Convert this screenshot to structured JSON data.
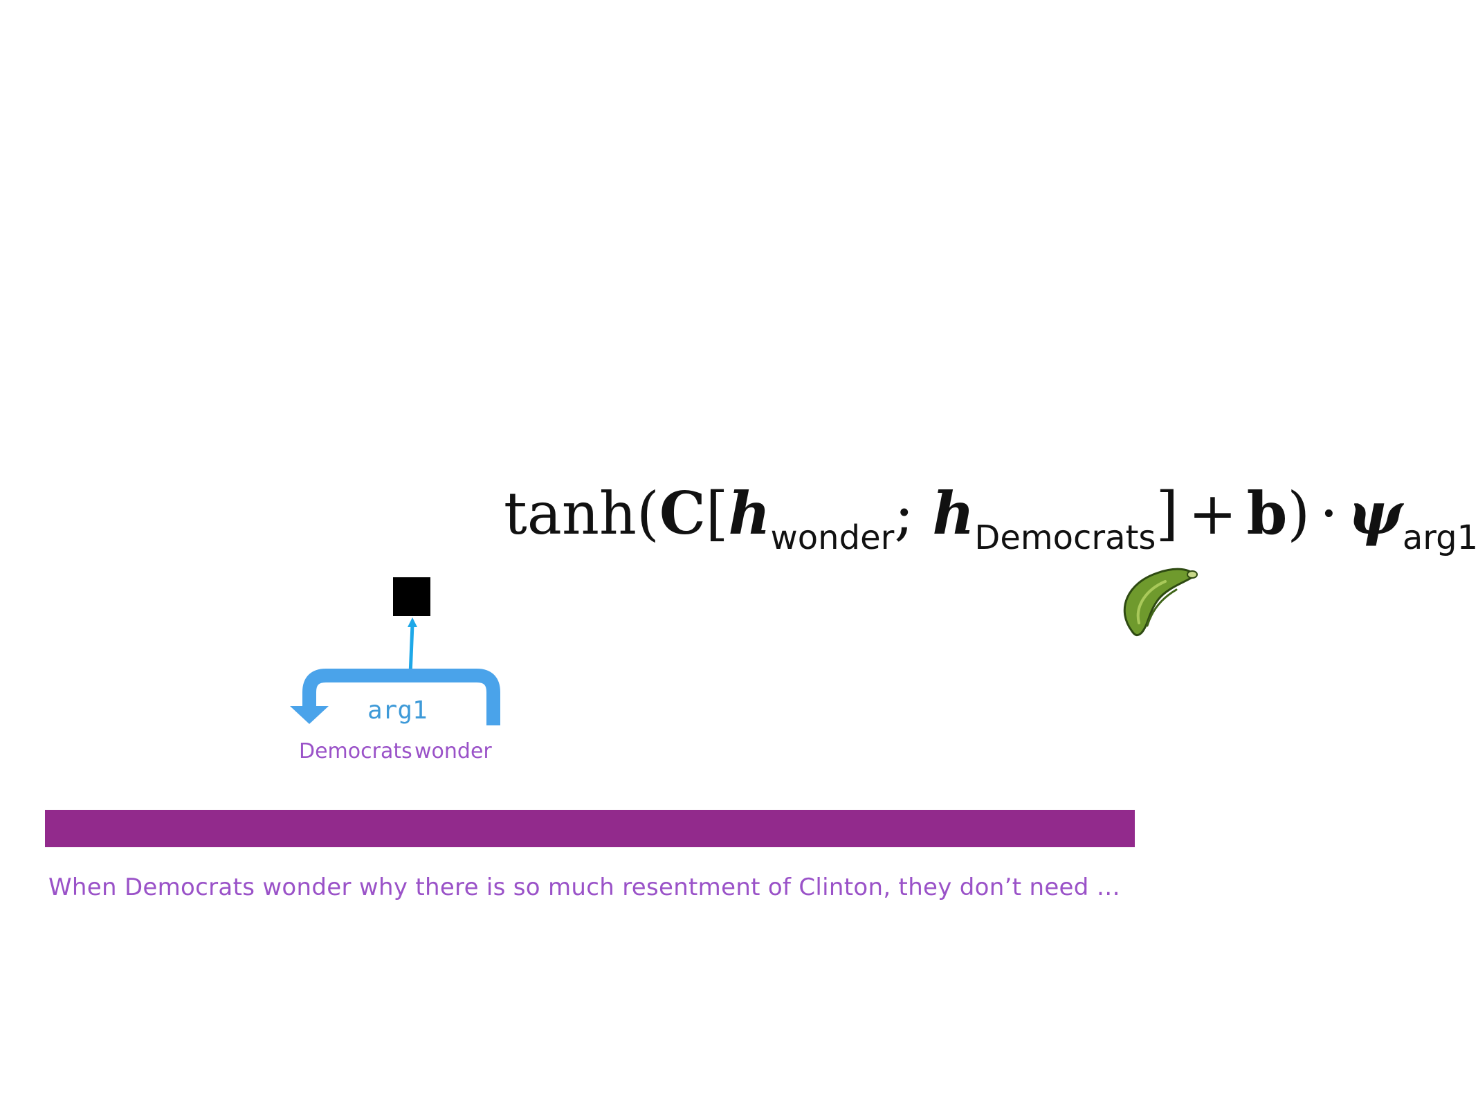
{
  "formula": {
    "tanh": "tanh",
    "open_paren": "(",
    "matrix": "C",
    "open_bracket": "[",
    "h1": "h",
    "sub1": "wonder",
    "semicolon": ";",
    "h2": "h",
    "sub2": "Democrats",
    "close_bracket": "]",
    "plus": "+",
    "bias": "b",
    "close_paren": ")",
    "dot": "·",
    "psi": "ψ",
    "sub3": "arg1"
  },
  "arc": {
    "label": "arg1",
    "color": "#4aa3ea"
  },
  "tokens": {
    "democrats": "Democrats",
    "wonder": "wonder"
  },
  "sentence": "When Democrats wonder why there is so much resentment of Clinton, they don’t need …",
  "icons": {
    "score_node": "black-square",
    "vegetable": "cucumber"
  },
  "colors": {
    "bar": "#922a8c",
    "token_text": "#9a52c8",
    "arrow": "#1ea8e8"
  }
}
